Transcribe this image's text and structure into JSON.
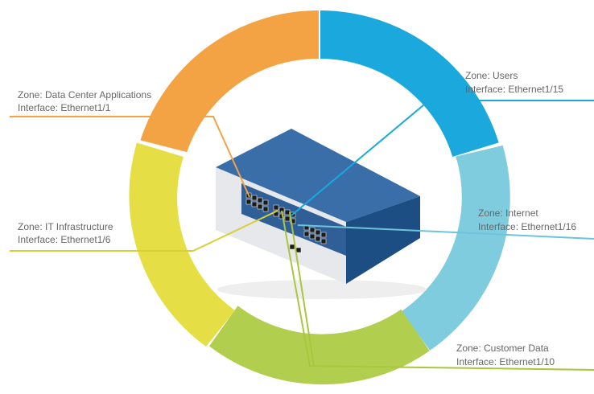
{
  "diagram": {
    "device": {
      "name": "firewall-appliance"
    },
    "ring_segments": [
      {
        "id": "users",
        "color": "#1BA8DD"
      },
      {
        "id": "internet",
        "color": "#7FCCDF"
      },
      {
        "id": "customer-data",
        "color": "#B2CE4E"
      },
      {
        "id": "it-infrastructure",
        "color": "#E5DE45"
      },
      {
        "id": "data-center-applications",
        "color": "#F3A344"
      }
    ],
    "zones": [
      {
        "id": "users",
        "zone": "Zone: Users",
        "interface": "Interface: Ethernet1/15",
        "color": "#1BA8DD"
      },
      {
        "id": "data-center-applications",
        "zone": "Zone: Data Center Applications",
        "interface": "Interface: Ethernet1/1",
        "color": "#F3A344"
      },
      {
        "id": "it-infrastructure",
        "zone": "Zone: IT Infrastructure",
        "interface": "Interface: Ethernet1/6",
        "color": "#D8D03A"
      },
      {
        "id": "internet",
        "zone": "Zone: Internet",
        "interface": "Interface: Ethernet1/16",
        "color": "#6CC3DA"
      },
      {
        "id": "customer-data",
        "zone": "Zone: Customer Data",
        "interface": "Interface: Ethernet1/10",
        "color": "#A9C63E"
      }
    ]
  }
}
